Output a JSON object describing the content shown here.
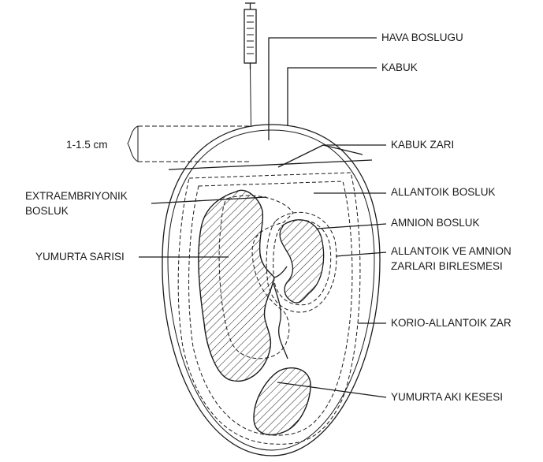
{
  "labels": {
    "hava_boslugu": "HAVA BOSLUGU",
    "kabuk": "KABUK",
    "kabuk_zari": "KABUK ZARI",
    "extraembriyonik_1": "EXTRAEMBRIYONIK",
    "extraembriyonik_2": "BOSLUK",
    "allantoik_bosluk": "ALLANTOIK BOSLUK",
    "amnion_bosluk": "AMNION BOSLUK",
    "yumurta_sarisi": "YUMURTA SARISI",
    "allantoik_amnion_1": "ALLANTOIK VE AMNION",
    "allantoik_amnion_2": "ZARLARI BIRLESMESI",
    "korio_allantoik": "KORIO-ALLANTOIK ZAR",
    "yumurta_aki": "YUMURTA AKI KESESI",
    "measurement": "1-1.5 cm"
  },
  "colors": {
    "ink": "#1a1a1a",
    "background": "#ffffff"
  }
}
